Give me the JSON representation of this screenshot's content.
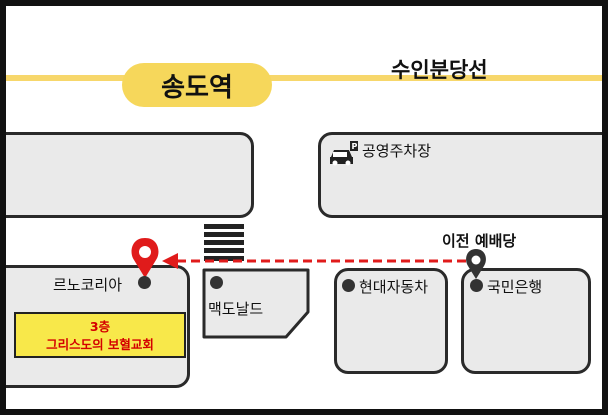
{
  "station": {
    "name": "송도역",
    "line": "수인분당선"
  },
  "places": {
    "parking": "공영주차장",
    "cafe": "르노코리아",
    "mcdonalds": "맥도날드",
    "hyundai": "현대자동차",
    "bank": "국민은행"
  },
  "markers": {
    "old_church": "이전 예배당",
    "new_church_floor": "3층",
    "new_church_name": "그리스도의 보혈교회"
  },
  "icons": {
    "parking": "car-parking-icon",
    "new_location": "red-map-pin-icon",
    "old_location": "dark-map-pin-icon",
    "crosswalk": "crosswalk-icon"
  },
  "colors": {
    "rail": "#f7d76b",
    "station": "#f6d75b",
    "arrow": "#e01b1b",
    "callout_bg": "#f8e84a",
    "callout_text": "#d40000"
  }
}
